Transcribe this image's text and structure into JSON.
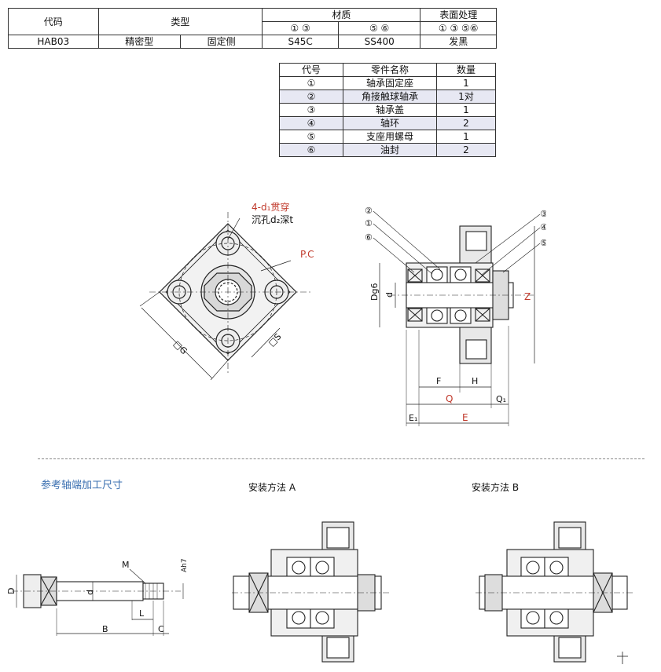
{
  "spec_table": {
    "headers": {
      "code": "代码",
      "type": "类型",
      "material": "材质",
      "surface": "表面处理"
    },
    "subheaders": {
      "mat_a": "① ③",
      "mat_b": "⑤ ⑥",
      "surface": "① ③ ⑤⑥"
    },
    "row": {
      "code": "HAB03",
      "type_a": "精密型",
      "type_b": "固定侧",
      "mat_a": "S45C",
      "mat_b": "SS400",
      "surface": "发黑"
    }
  },
  "parts_table": {
    "headers": {
      "code": "代号",
      "name": "零件名称",
      "qty": "数量"
    },
    "rows": [
      {
        "code": "①",
        "name": "轴承固定座",
        "qty": "1"
      },
      {
        "code": "②",
        "name": "角接触球轴承",
        "qty": "1对"
      },
      {
        "code": "③",
        "name": "轴承盖",
        "qty": "1"
      },
      {
        "code": "④",
        "name": "轴环",
        "qty": "2"
      },
      {
        "code": "⑤",
        "name": "支座用螺母",
        "qty": "1"
      },
      {
        "code": "⑥",
        "name": "油封",
        "qty": "2"
      }
    ]
  },
  "drawing_labels": {
    "holes": "4-d₁贯穿",
    "counterbore": "沉孔d₂深t",
    "pcd": "P.C.D",
    "G": "□G",
    "S": "□S",
    "Dg6": "Dg6",
    "d": "d",
    "Z": "Z",
    "F": "F",
    "H": "H",
    "Q": "Q",
    "Q1": "Q₁",
    "E1": "E₁",
    "E": "E",
    "callouts": [
      "②",
      "①",
      "⑥",
      "③",
      "④",
      "⑤"
    ]
  },
  "sections": {
    "shaft_end": "参考轴端加工尺寸",
    "mount_a": "安装方法 A",
    "mount_b": "安装方法 B"
  },
  "shaft_labels": {
    "D": "D",
    "d": "d",
    "M": "M",
    "Ah7": "Ah7",
    "L": "L",
    "B": "B",
    "C": "C"
  },
  "colors": {
    "accent": "#c0392b",
    "shade": "#e7e8f3",
    "line": "#333333"
  }
}
